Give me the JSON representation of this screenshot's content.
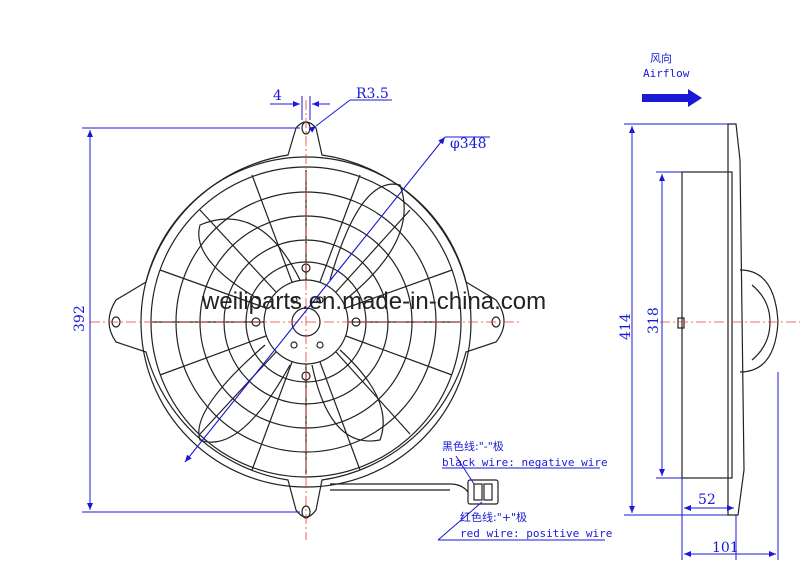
{
  "watermark": "weiliparts.en.made-in-china.com",
  "airflow": {
    "zh": "风向",
    "en": "Airflow"
  },
  "dimensions": {
    "slot_width": "4",
    "hole_radius": "R3.5",
    "diameter": "φ348",
    "overall_height": "392",
    "side_height": "414",
    "motor_height": "318",
    "motor_depth": "52",
    "overall_depth": "101"
  },
  "wires": {
    "black_zh": "黑色线:\"-\"极",
    "black_en": "black wire: negative wire",
    "red_zh": "红色线:\"+\"极",
    "red_en": "red wire: positive wire"
  },
  "colors": {
    "dimension": "#1a1ad6",
    "drawing": "#222222",
    "centerline": "#e04040"
  }
}
